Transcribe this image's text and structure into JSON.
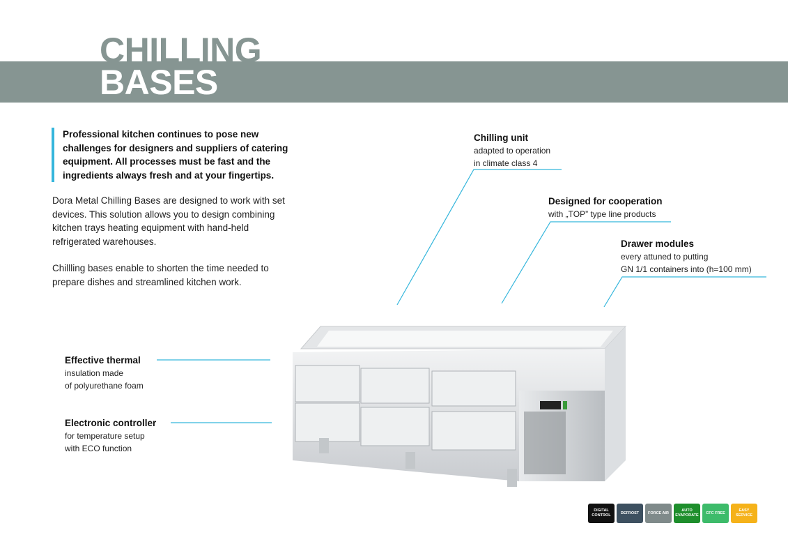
{
  "title": {
    "line1": "CHILLING",
    "line2": "BASES"
  },
  "lead": "Professional kitchen continues to pose new challenges for designers and suppliers of catering equipment. All processes must be fast and the ingredients always fresh and at your fingertips.",
  "paragraphs": [
    "Dora Metal Chilling Bases are designed to work with set devices. This solution allows you to design combining kitchen trays heating equipment with hand-held refrigerated warehouses.",
    "Chillling bases enable to shorten the time needed to prepare dishes and streamlined kitchen work."
  ],
  "features": [
    {
      "title": "Chilling unit",
      "text": [
        "adapted to operation",
        "in climate class 4"
      ]
    },
    {
      "title": "Designed for cooperation",
      "text": [
        "with „TOP” type line products"
      ]
    },
    {
      "title": "Drawer modules",
      "text": [
        "every attuned to putting",
        "GN 1/1 containers into (h=100 mm)"
      ]
    },
    {
      "title": "Effective thermal",
      "text": [
        "insulation made",
        "of polyurethane foam"
      ]
    },
    {
      "title": "Electronic controller",
      "text": [
        "for temperature setup",
        "with ECO function"
      ]
    }
  ],
  "badges": [
    {
      "label": "DIGITAL CONTROL",
      "color": "#111111"
    },
    {
      "label": "DEFROST",
      "color": "#3d5060"
    },
    {
      "label": "FORCE AIR",
      "color": "#7f8a8a"
    },
    {
      "label": "AUTO EVAPORATE",
      "color": "#1e8e2c"
    },
    {
      "label": "CFC FREE",
      "color": "#3dbb6a"
    },
    {
      "label": "EASY SERVICE",
      "color": "#f5b21a"
    }
  ],
  "accent": "#35b6dc"
}
